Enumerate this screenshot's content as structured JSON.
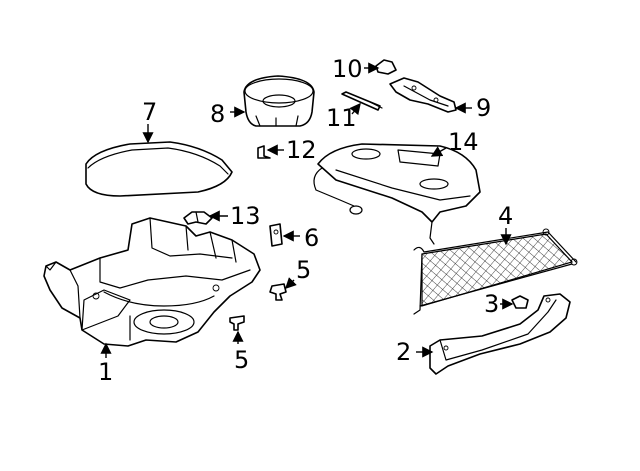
{
  "callouts": [
    {
      "id": "c1",
      "text": "1"
    },
    {
      "id": "c2",
      "text": "2"
    },
    {
      "id": "c3",
      "text": "3"
    },
    {
      "id": "c4",
      "text": "4"
    },
    {
      "id": "c5a",
      "text": "5"
    },
    {
      "id": "c5b",
      "text": "5"
    },
    {
      "id": "c6",
      "text": "6"
    },
    {
      "id": "c7",
      "text": "7"
    },
    {
      "id": "c8",
      "text": "8"
    },
    {
      "id": "c9",
      "text": "9"
    },
    {
      "id": "c10",
      "text": "10"
    },
    {
      "id": "c11",
      "text": "11"
    },
    {
      "id": "c12",
      "text": "12"
    },
    {
      "id": "c13",
      "text": "13"
    },
    {
      "id": "c14",
      "text": "14"
    }
  ],
  "colors": {
    "line": "#000000",
    "background": "#ffffff"
  }
}
